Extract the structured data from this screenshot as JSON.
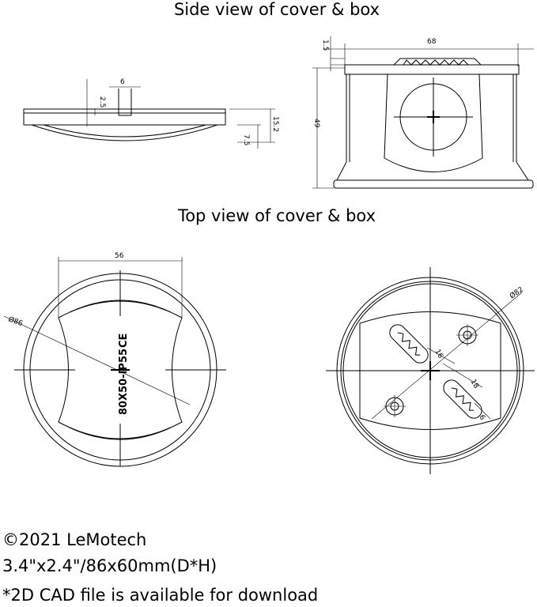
{
  "titles": {
    "side_view": "Side view of cover & box",
    "top_view": "Top view of cover & box"
  },
  "dimensions": {
    "slot_width": "6",
    "slot_depth": "2.5",
    "cover_height": "15.2",
    "dome_height": "7.5",
    "box_top_lip": "1.5",
    "box_width": "68",
    "box_height": "49",
    "cover_diameter": "Ø86",
    "cover_flat_width": "56",
    "box_diameter": "Ø82",
    "mount_spacing": "16",
    "slot_length": "18",
    "slot_width_top": "6"
  },
  "marking": {
    "model": "80X50-IP55",
    "ce": "CE"
  },
  "footer": {
    "copyright": "©2021 LeMotech",
    "size": "3.4\"x2.4\"/86x60mm(D*H)",
    "cad_note": "*2D CAD file is available for download"
  }
}
